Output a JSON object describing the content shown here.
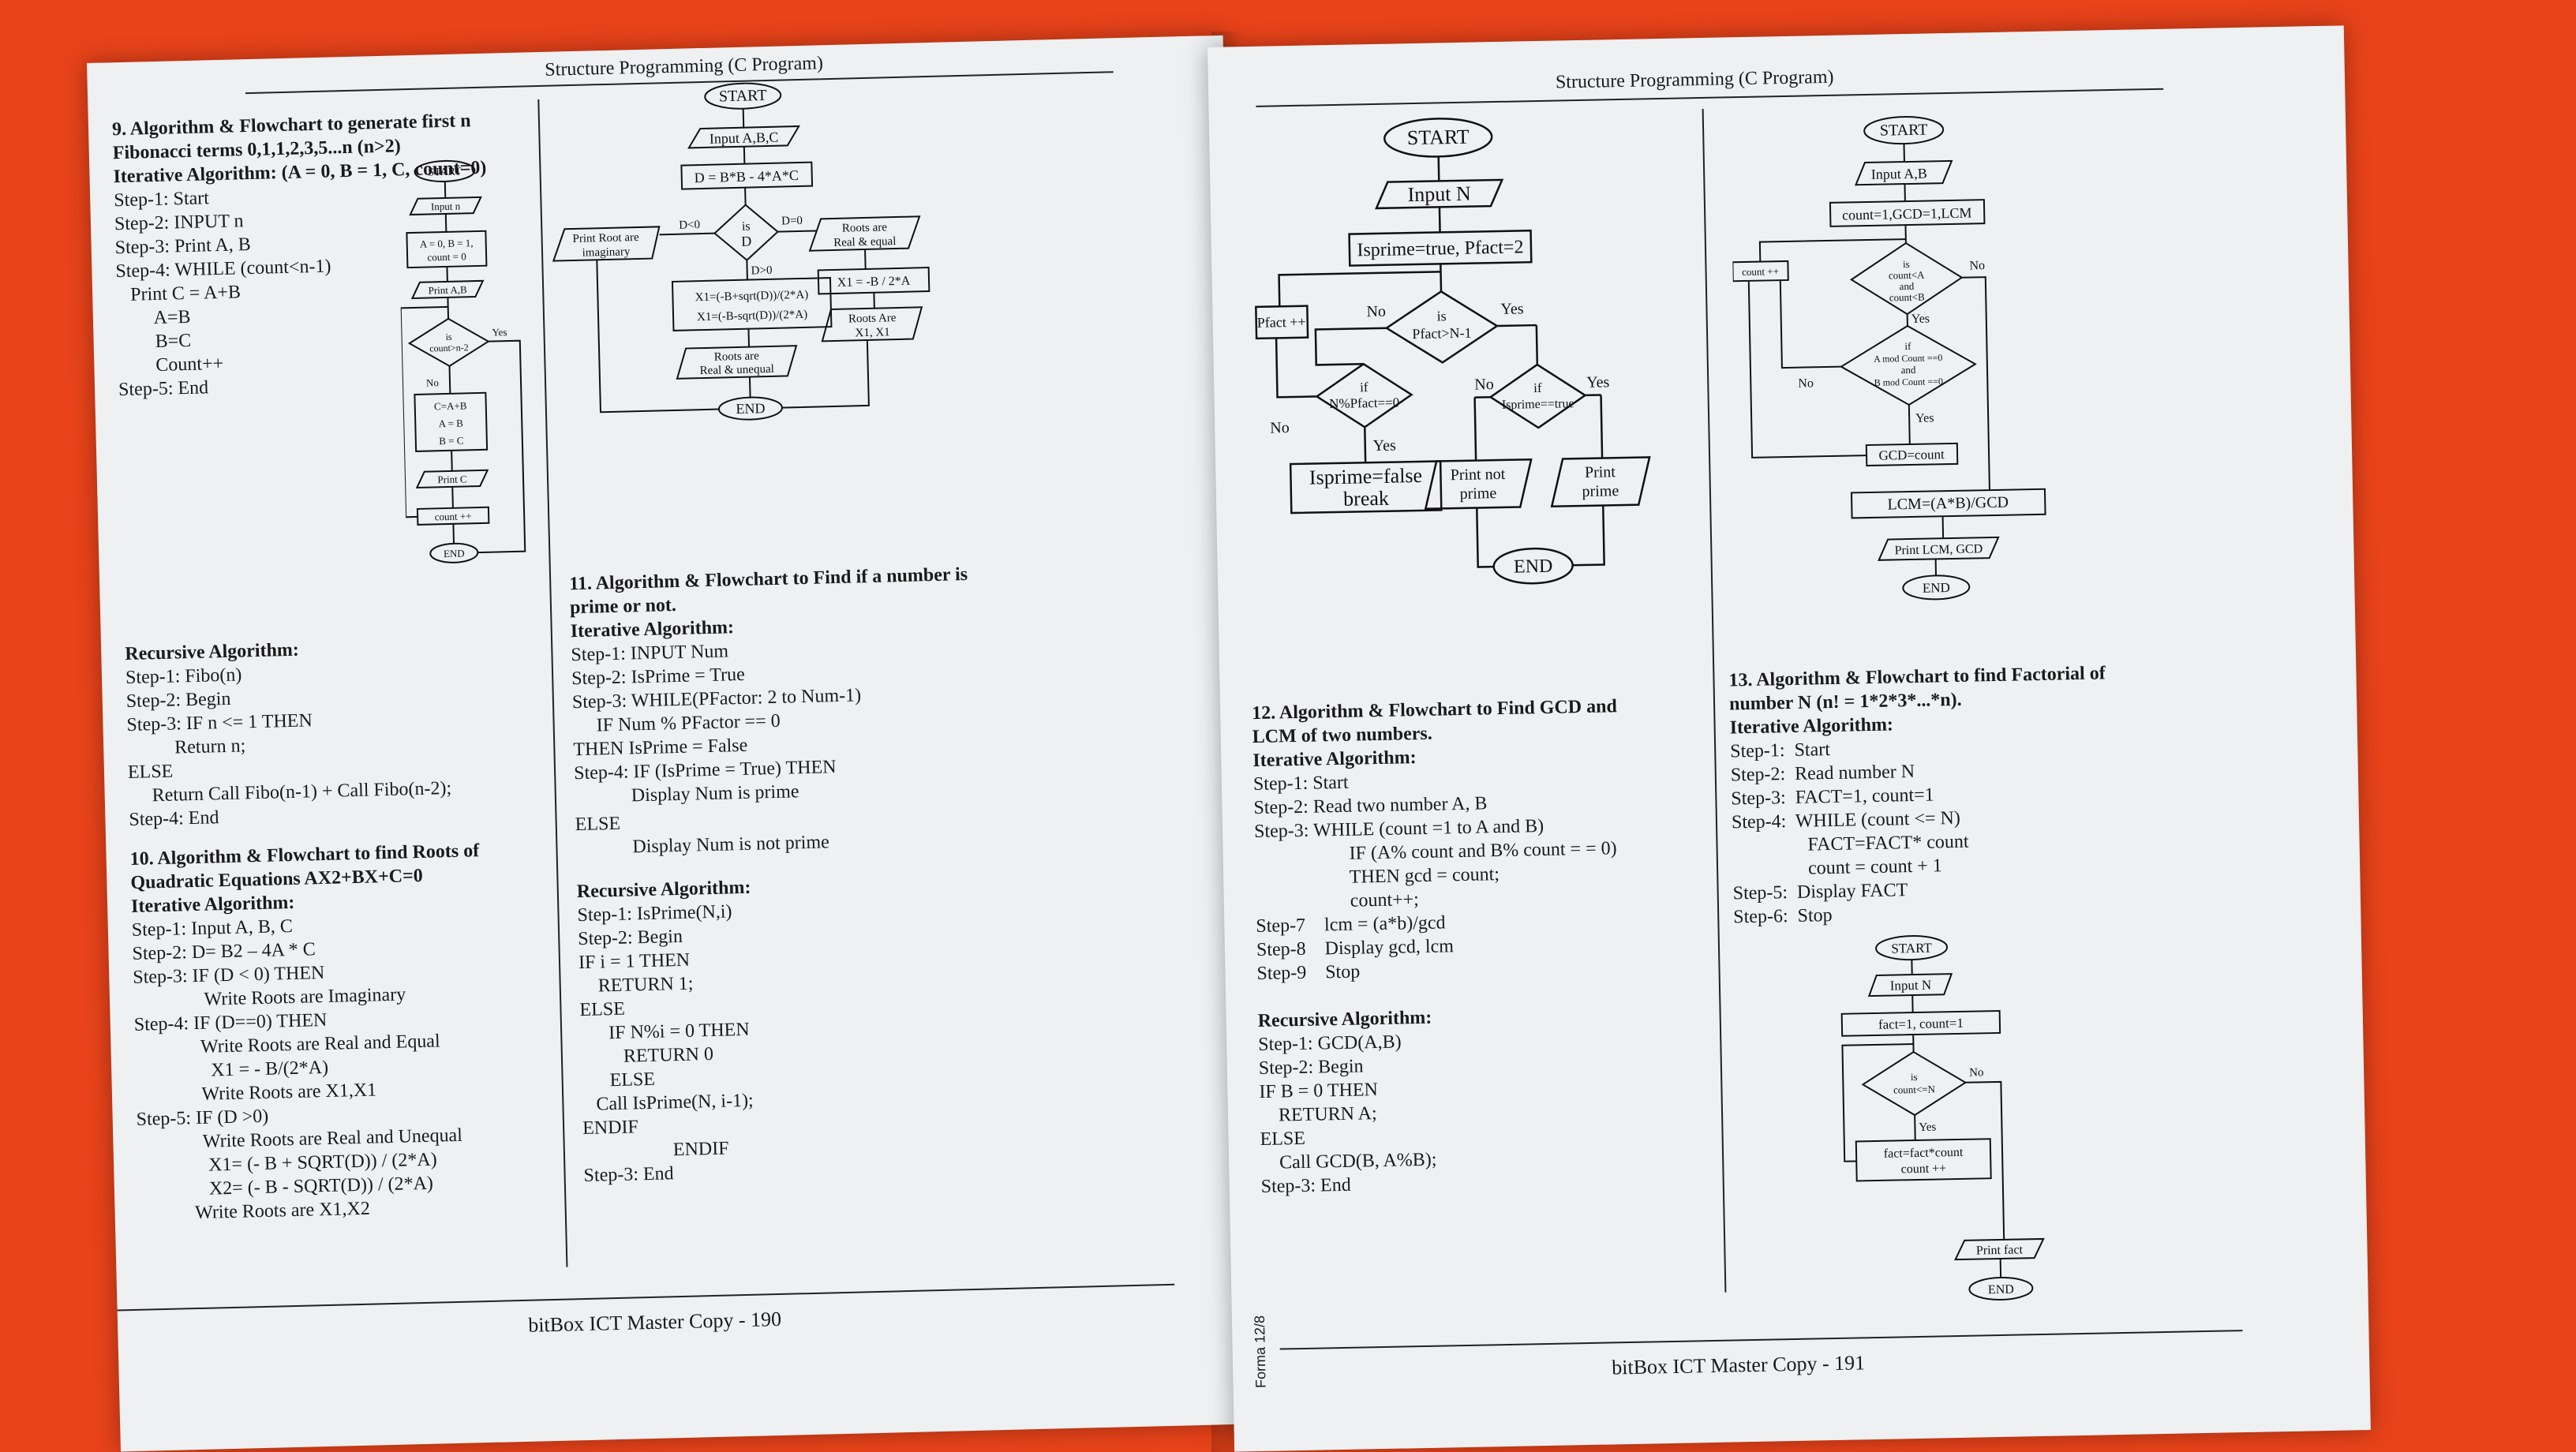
{
  "left_page": {
    "header": "Structure Programming (C Program)",
    "footer": "bitBox ICT Master Copy - 190",
    "sec9": {
      "title1": "9. Algorithm & Flowchart to generate first n",
      "title2": "Fibonacci terms 0,1,1,2,3,5...n (n>2)",
      "title3": "Iterative Algorithm: (A = 0, B = 1, C, count=0)",
      "steps": [
        "Step-1: Start",
        "Step-2: INPUT n",
        "Step-3: Print A, B",
        "Step-4: WHILE (count<n-1)",
        "   Print C = A+B",
        "   A=B",
        "   B=C",
        "   Count++",
        "Step-5: End"
      ],
      "flow": {
        "start": "START",
        "input": "Input n",
        "init1": "A = 0, B = 1,",
        "init2": "count = 0",
        "print_ab": "Print A,B",
        "dec1": "is",
        "dec2": "count>n-2",
        "yes": "Yes",
        "no": "No",
        "proc1": "C=A+B",
        "proc2": "A = B",
        "proc3": "B = C",
        "print_c": "Print C",
        "count": "count ++",
        "end": "END"
      }
    },
    "rec9": {
      "title": "Recursive Algorithm:",
      "lines": [
        "Step-1: Fibo(n)",
        "Step-2: Begin",
        "Step-3: IF n <= 1 THEN",
        "          Return n;",
        "ELSE",
        "     Return Call Fibo(n-1) + Call Fibo(n-2);",
        "Step-4: End"
      ]
    },
    "sec10": {
      "title1": "10. Algorithm & Flowchart to find Roots of",
      "title2": "Quadratic Equations AX2+BX+C=0",
      "title3": "Iterative Algorithm:",
      "lines": [
        "Step-1: Input A, B, C",
        "Step-2: D= B2 – 4A * C",
        "Step-3: IF (D < 0) THEN",
        "               Write Roots are Imaginary",
        "Step-4: IF (D==0) THEN",
        "              Write Roots are Real and Equal",
        "                X1 = - B/(2*A)",
        "              Write Roots are X1,X1",
        "Step-5: IF (D >0)",
        "              Write Roots are Real and Unequal",
        "               X1= (- B + SQRT(D)) / (2*A)",
        "               X2= (- B - SQRT(D)) / (2*A)",
        "            Write Roots are X1,X2"
      ]
    },
    "flow10": {
      "start": "START",
      "input": "Input A,B,C",
      "calc": "D = B*B - 4*A*C",
      "dec1": "is",
      "dec2": "D",
      "lt": "D<0",
      "eq": "D=0",
      "gt": "D>0",
      "imag1": "Print Root are",
      "imag2": "imaginary",
      "eq1": "Roots are",
      "eq2": "Real & equal",
      "x1eq": "X1 = -B / 2*A",
      "rae1": "Roots Are",
      "rae2": "X1, X1",
      "x1": "X1=(-B+sqrt(D))/(2*A)",
      "x2": "X1=(-B-sqrt(D))/(2*A)",
      "ru1": "Roots are",
      "ru2": "Real & unequal",
      "end": "END"
    },
    "sec11": {
      "title1": "11. Algorithm & Flowchart to Find if a number is",
      "title2": "prime or not.",
      "title3": "Iterative Algorithm:",
      "lines": [
        "Step-1: INPUT Num",
        "Step-2: IsPrime = True",
        "Step-3: WHILE(PFactor: 2 to Num-1)",
        "     IF Num % PFactor == 0",
        "THEN IsPrime = False",
        "Step-4: IF (IsPrime = True) THEN",
        "            Display Num is prime",
        "ELSE",
        "            Display Num is not prime"
      ],
      "rec_title": "Recursive Algorithm:",
      "rec_lines": [
        "Step-1: IsPrime(N,i)",
        "Step-2: Begin",
        "IF i = 1 THEN",
        "    RETURN 1;",
        "ELSE",
        "      IF N%i = 0 THEN",
        "         RETURN 0",
        "      ELSE",
        "   Call IsPrime(N, i-1);",
        "ENDIF",
        "                   ENDIF",
        "Step-3: End"
      ]
    }
  },
  "right_page": {
    "header": "Structure Programming (C Program)",
    "footer": "bitBox ICT Master Copy - 191",
    "side_mark": "Forma 12/8",
    "flow11": {
      "start": "START",
      "input": "Input N",
      "init": "Isprime=true, Pfact=2",
      "pfact": "Pfact ++",
      "dec1a": "is",
      "dec1b": "Pfact>N-1",
      "no": "No",
      "yes": "Yes",
      "dec2a": "if",
      "dec2b": "N%Pfact==0",
      "dec3a": "if",
      "dec3b": "Isprime==true",
      "brk1": "Isprime=false",
      "brk2": "break",
      "pnp1": "Print not",
      "pnp2": "prime",
      "pp1": "Print",
      "pp2": "prime",
      "end": "END"
    },
    "sec12": {
      "title1": "12. Algorithm & Flowchart to Find GCD and",
      "title2": "LCM of two numbers.",
      "title3": "Iterative Algorithm:",
      "lines": [
        "Step-1: Start",
        "Step-2: Read two number A, B",
        "Step-3: WHILE (count =1 to A and B)",
        "                    IF (A% count and B% count = = 0)",
        "                    THEN gcd = count;",
        "                    count++;",
        "Step-7    lcm = (a*b)/gcd",
        "Step-8    Display gcd, lcm",
        "Step-9    Stop"
      ],
      "rec_title": "Recursive Algorithm:",
      "rec_lines": [
        "Step-1: GCD(A,B)",
        "Step-2: Begin",
        "IF B = 0 THEN",
        "    RETURN A;",
        "ELSE",
        "    Call GCD(B, A%B);",
        "Step-3: End"
      ]
    },
    "flow12": {
      "start": "START",
      "input": "Input A,B",
      "init": "count=1,GCD=1,LCM",
      "cnt": "count ++",
      "d1a": "is",
      "d1b": "count<A",
      "d1c": "and",
      "d1d": "count<B",
      "d2a": "if",
      "d2b": "A mod Count ==0",
      "d2c": "and",
      "d2d": "B mod Count ==0",
      "no": "No",
      "yes": "Yes",
      "gcd": "GCD=count",
      "lcm": "LCM=(A*B)/GCD",
      "print": "Print LCM, GCD",
      "end": "END"
    },
    "sec13": {
      "title1": "13. Algorithm & Flowchart to find Factorial of",
      "title2": "number N (n! = 1*2*3*...*n).",
      "title3": "Iterative Algorithm:",
      "lines": [
        "Step-1:  Start",
        "Step-2:  Read number N",
        "Step-3:  FACT=1, count=1",
        "Step-4:  WHILE (count <= N)",
        "                FACT=FACT* count",
        "                count = count + 1",
        "Step-5:  Display FACT",
        "Step-6:  Stop"
      ]
    },
    "flow13": {
      "start": "START",
      "input": "Input N",
      "init": "fact=1, count=1",
      "d1": "is",
      "d2": "count<=N",
      "no": "No",
      "yes": "Yes",
      "p1": "fact=fact*count",
      "p2": "count ++",
      "print": "Print fact",
      "end": "END"
    }
  }
}
